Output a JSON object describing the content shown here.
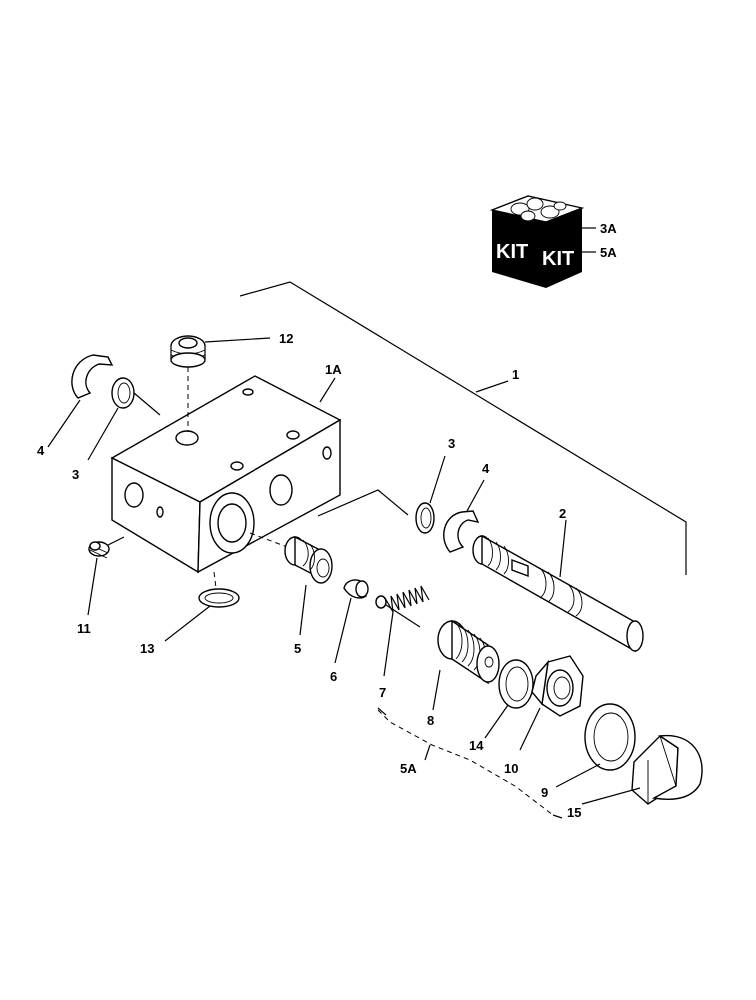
{
  "kit": {
    "box_text_left": "KIT",
    "box_text_right": "KIT",
    "labels": [
      "3A",
      "5A"
    ]
  },
  "callouts": {
    "c1": "1",
    "c1a": "1A",
    "c2": "2",
    "c3_left": "3",
    "c3_right": "3",
    "c4_left": "4",
    "c4_right": "4",
    "c5": "5",
    "c5a": "5A",
    "c6": "6",
    "c7": "7",
    "c8": "8",
    "c9": "9",
    "c10": "10",
    "c11": "11",
    "c12": "12",
    "c13": "13",
    "c14": "14",
    "c15": "15"
  }
}
